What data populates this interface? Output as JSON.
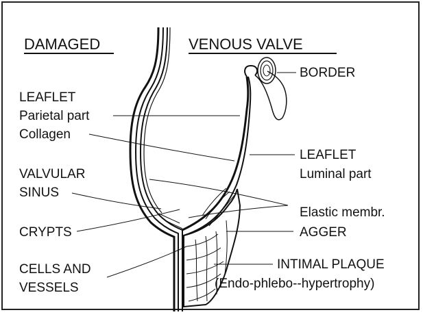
{
  "title_left": "DAMAGED",
  "title_right": "VENOUS  VALVE",
  "labels": {
    "border": "BORDER",
    "leaflet_parietal_1": "LEAFLET",
    "leaflet_parietal_2": "Parietal part",
    "collagen": "Collagen",
    "leaflet_luminal_1": "LEAFLET",
    "leaflet_luminal_2": "Luminal part",
    "valvular_sinus_1": "VALVULAR",
    "valvular_sinus_2": "SINUS",
    "elastic_membr": "Elastic membr.",
    "crypts": "CRYPTS",
    "agger": "AGGER",
    "cells_vessels_1": "CELLS AND",
    "cells_vessels_2": "VESSELS",
    "intimal_plaque_1": "INTIMAL PLAQUE",
    "intimal_plaque_2": "(Endo-phlebo--hypertrophy)"
  }
}
